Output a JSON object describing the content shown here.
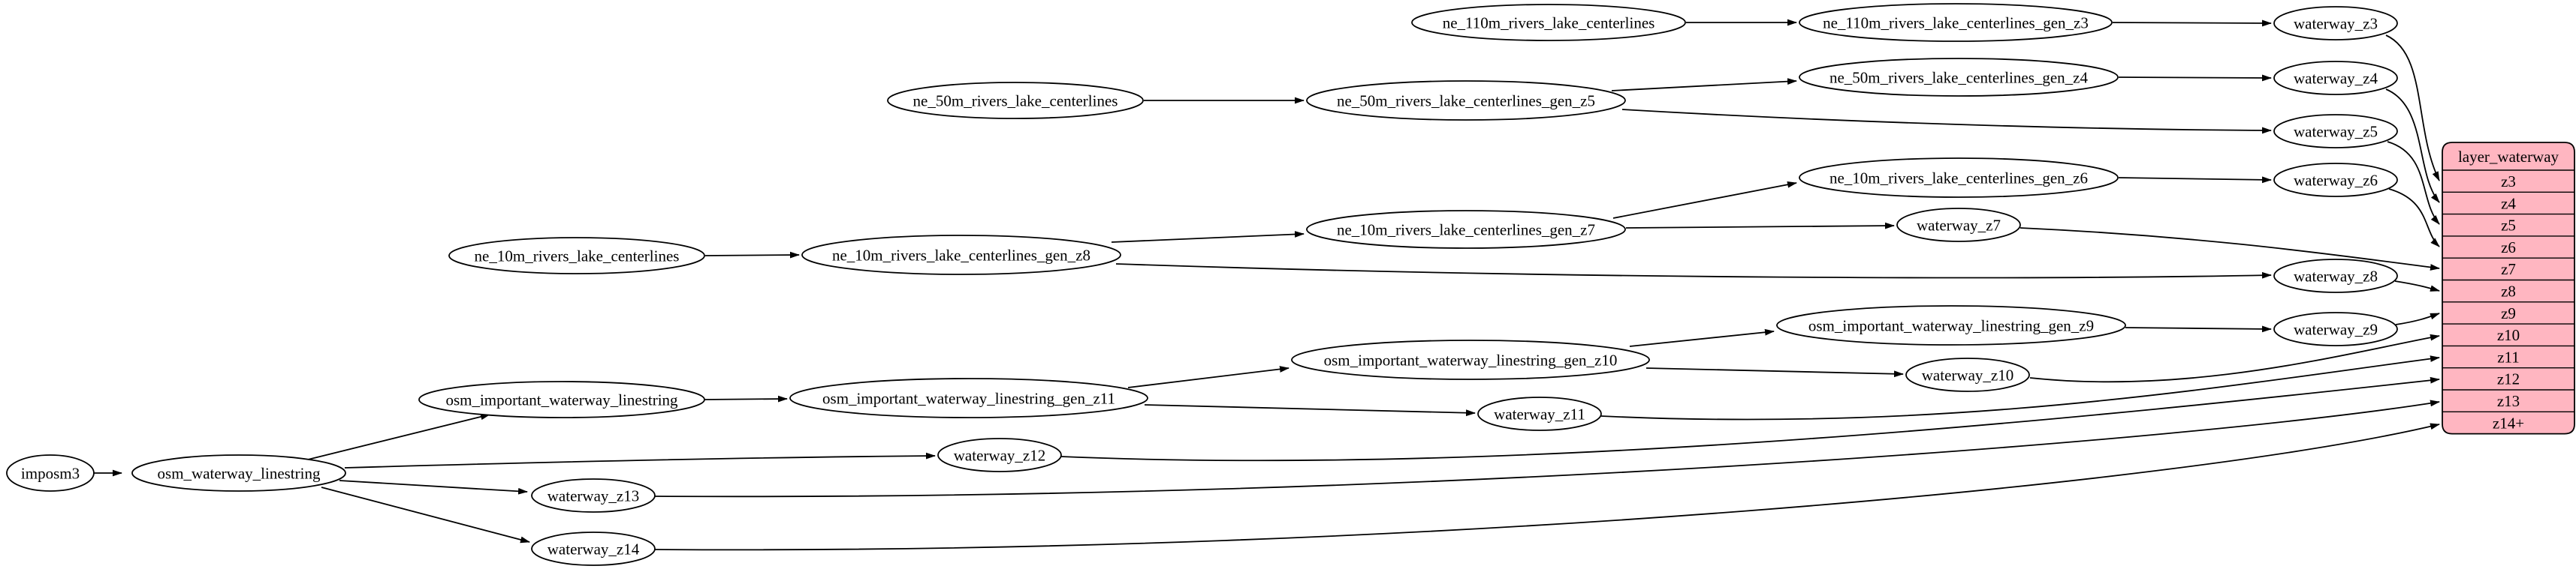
{
  "graph": {
    "nodes": [
      {
        "id": "imposm3",
        "label": "imposm3"
      },
      {
        "id": "osm_waterway_linestring",
        "label": "osm_waterway_linestring"
      },
      {
        "id": "osm_important_waterway_linestring",
        "label": "osm_important_waterway_linestring"
      },
      {
        "id": "osm_important_waterway_linestring_gen_z11",
        "label": "osm_important_waterway_linestring_gen_z11"
      },
      {
        "id": "osm_important_waterway_linestring_gen_z10",
        "label": "osm_important_waterway_linestring_gen_z10"
      },
      {
        "id": "osm_important_waterway_linestring_gen_z9",
        "label": "osm_important_waterway_linestring_gen_z9"
      },
      {
        "id": "ne_110m_rivers_lake_centerlines",
        "label": "ne_110m_rivers_lake_centerlines"
      },
      {
        "id": "ne_110m_rivers_lake_centerlines_gen_z3",
        "label": "ne_110m_rivers_lake_centerlines_gen_z3"
      },
      {
        "id": "ne_50m_rivers_lake_centerlines",
        "label": "ne_50m_rivers_lake_centerlines"
      },
      {
        "id": "ne_50m_rivers_lake_centerlines_gen_z5",
        "label": "ne_50m_rivers_lake_centerlines_gen_z5"
      },
      {
        "id": "ne_50m_rivers_lake_centerlines_gen_z4",
        "label": "ne_50m_rivers_lake_centerlines_gen_z4"
      },
      {
        "id": "ne_10m_rivers_lake_centerlines",
        "label": "ne_10m_rivers_lake_centerlines"
      },
      {
        "id": "ne_10m_rivers_lake_centerlines_gen_z8",
        "label": "ne_10m_rivers_lake_centerlines_gen_z8"
      },
      {
        "id": "ne_10m_rivers_lake_centerlines_gen_z7",
        "label": "ne_10m_rivers_lake_centerlines_gen_z7"
      },
      {
        "id": "ne_10m_rivers_lake_centerlines_gen_z6",
        "label": "ne_10m_rivers_lake_centerlines_gen_z6"
      },
      {
        "id": "waterway_z3",
        "label": "waterway_z3"
      },
      {
        "id": "waterway_z4",
        "label": "waterway_z4"
      },
      {
        "id": "waterway_z5",
        "label": "waterway_z5"
      },
      {
        "id": "waterway_z6",
        "label": "waterway_z6"
      },
      {
        "id": "waterway_z7",
        "label": "waterway_z7"
      },
      {
        "id": "waterway_z8",
        "label": "waterway_z8"
      },
      {
        "id": "waterway_z9",
        "label": "waterway_z9"
      },
      {
        "id": "waterway_z10",
        "label": "waterway_z10"
      },
      {
        "id": "waterway_z11",
        "label": "waterway_z11"
      },
      {
        "id": "waterway_z12",
        "label": "waterway_z12"
      },
      {
        "id": "waterway_z13",
        "label": "waterway_z13"
      },
      {
        "id": "waterway_z14",
        "label": "waterway_z14"
      }
    ],
    "record": {
      "id": "layer_waterway",
      "title": "layer_waterway",
      "rows": [
        "z3",
        "z4",
        "z5",
        "z6",
        "z7",
        "z8",
        "z9",
        "z10",
        "z11",
        "z12",
        "z13",
        "z14+"
      ]
    },
    "edges": [
      {
        "from": "imposm3",
        "to": "osm_waterway_linestring"
      },
      {
        "from": "osm_waterway_linestring",
        "to": "osm_important_waterway_linestring"
      },
      {
        "from": "osm_waterway_linestring",
        "to": "waterway_z12"
      },
      {
        "from": "osm_waterway_linestring",
        "to": "waterway_z13"
      },
      {
        "from": "osm_waterway_linestring",
        "to": "waterway_z14"
      },
      {
        "from": "osm_important_waterway_linestring",
        "to": "osm_important_waterway_linestring_gen_z11"
      },
      {
        "from": "osm_important_waterway_linestring_gen_z11",
        "to": "osm_important_waterway_linestring_gen_z10"
      },
      {
        "from": "osm_important_waterway_linestring_gen_z11",
        "to": "waterway_z11"
      },
      {
        "from": "osm_important_waterway_linestring_gen_z10",
        "to": "osm_important_waterway_linestring_gen_z9"
      },
      {
        "from": "osm_important_waterway_linestring_gen_z10",
        "to": "waterway_z10"
      },
      {
        "from": "osm_important_waterway_linestring_gen_z9",
        "to": "waterway_z9"
      },
      {
        "from": "ne_110m_rivers_lake_centerlines",
        "to": "ne_110m_rivers_lake_centerlines_gen_z3"
      },
      {
        "from": "ne_110m_rivers_lake_centerlines_gen_z3",
        "to": "waterway_z3"
      },
      {
        "from": "ne_50m_rivers_lake_centerlines",
        "to": "ne_50m_rivers_lake_centerlines_gen_z5"
      },
      {
        "from": "ne_50m_rivers_lake_centerlines_gen_z5",
        "to": "ne_50m_rivers_lake_centerlines_gen_z4"
      },
      {
        "from": "ne_50m_rivers_lake_centerlines_gen_z5",
        "to": "waterway_z5"
      },
      {
        "from": "ne_50m_rivers_lake_centerlines_gen_z4",
        "to": "waterway_z4"
      },
      {
        "from": "ne_10m_rivers_lake_centerlines",
        "to": "ne_10m_rivers_lake_centerlines_gen_z8"
      },
      {
        "from": "ne_10m_rivers_lake_centerlines_gen_z8",
        "to": "ne_10m_rivers_lake_centerlines_gen_z7"
      },
      {
        "from": "ne_10m_rivers_lake_centerlines_gen_z8",
        "to": "waterway_z8"
      },
      {
        "from": "ne_10m_rivers_lake_centerlines_gen_z7",
        "to": "ne_10m_rivers_lake_centerlines_gen_z6"
      },
      {
        "from": "ne_10m_rivers_lake_centerlines_gen_z7",
        "to": "waterway_z7"
      },
      {
        "from": "ne_10m_rivers_lake_centerlines_gen_z6",
        "to": "waterway_z6"
      },
      {
        "from": "waterway_z3",
        "to": "layer_waterway.z3"
      },
      {
        "from": "waterway_z4",
        "to": "layer_waterway.z4"
      },
      {
        "from": "waterway_z5",
        "to": "layer_waterway.z5"
      },
      {
        "from": "waterway_z6",
        "to": "layer_waterway.z6"
      },
      {
        "from": "waterway_z7",
        "to": "layer_waterway.z7"
      },
      {
        "from": "waterway_z8",
        "to": "layer_waterway.z8"
      },
      {
        "from": "waterway_z9",
        "to": "layer_waterway.z9"
      },
      {
        "from": "waterway_z10",
        "to": "layer_waterway.z10"
      },
      {
        "from": "waterway_z11",
        "to": "layer_waterway.z11"
      },
      {
        "from": "waterway_z12",
        "to": "layer_waterway.z12"
      },
      {
        "from": "waterway_z13",
        "to": "layer_waterway.z13"
      },
      {
        "from": "waterway_z14",
        "to": "layer_waterway.z14+"
      }
    ],
    "colors": {
      "node_fill": "#ffffff",
      "stroke": "#000000",
      "record_fill": "#ffb6c1",
      "background": "#ffffff"
    }
  }
}
